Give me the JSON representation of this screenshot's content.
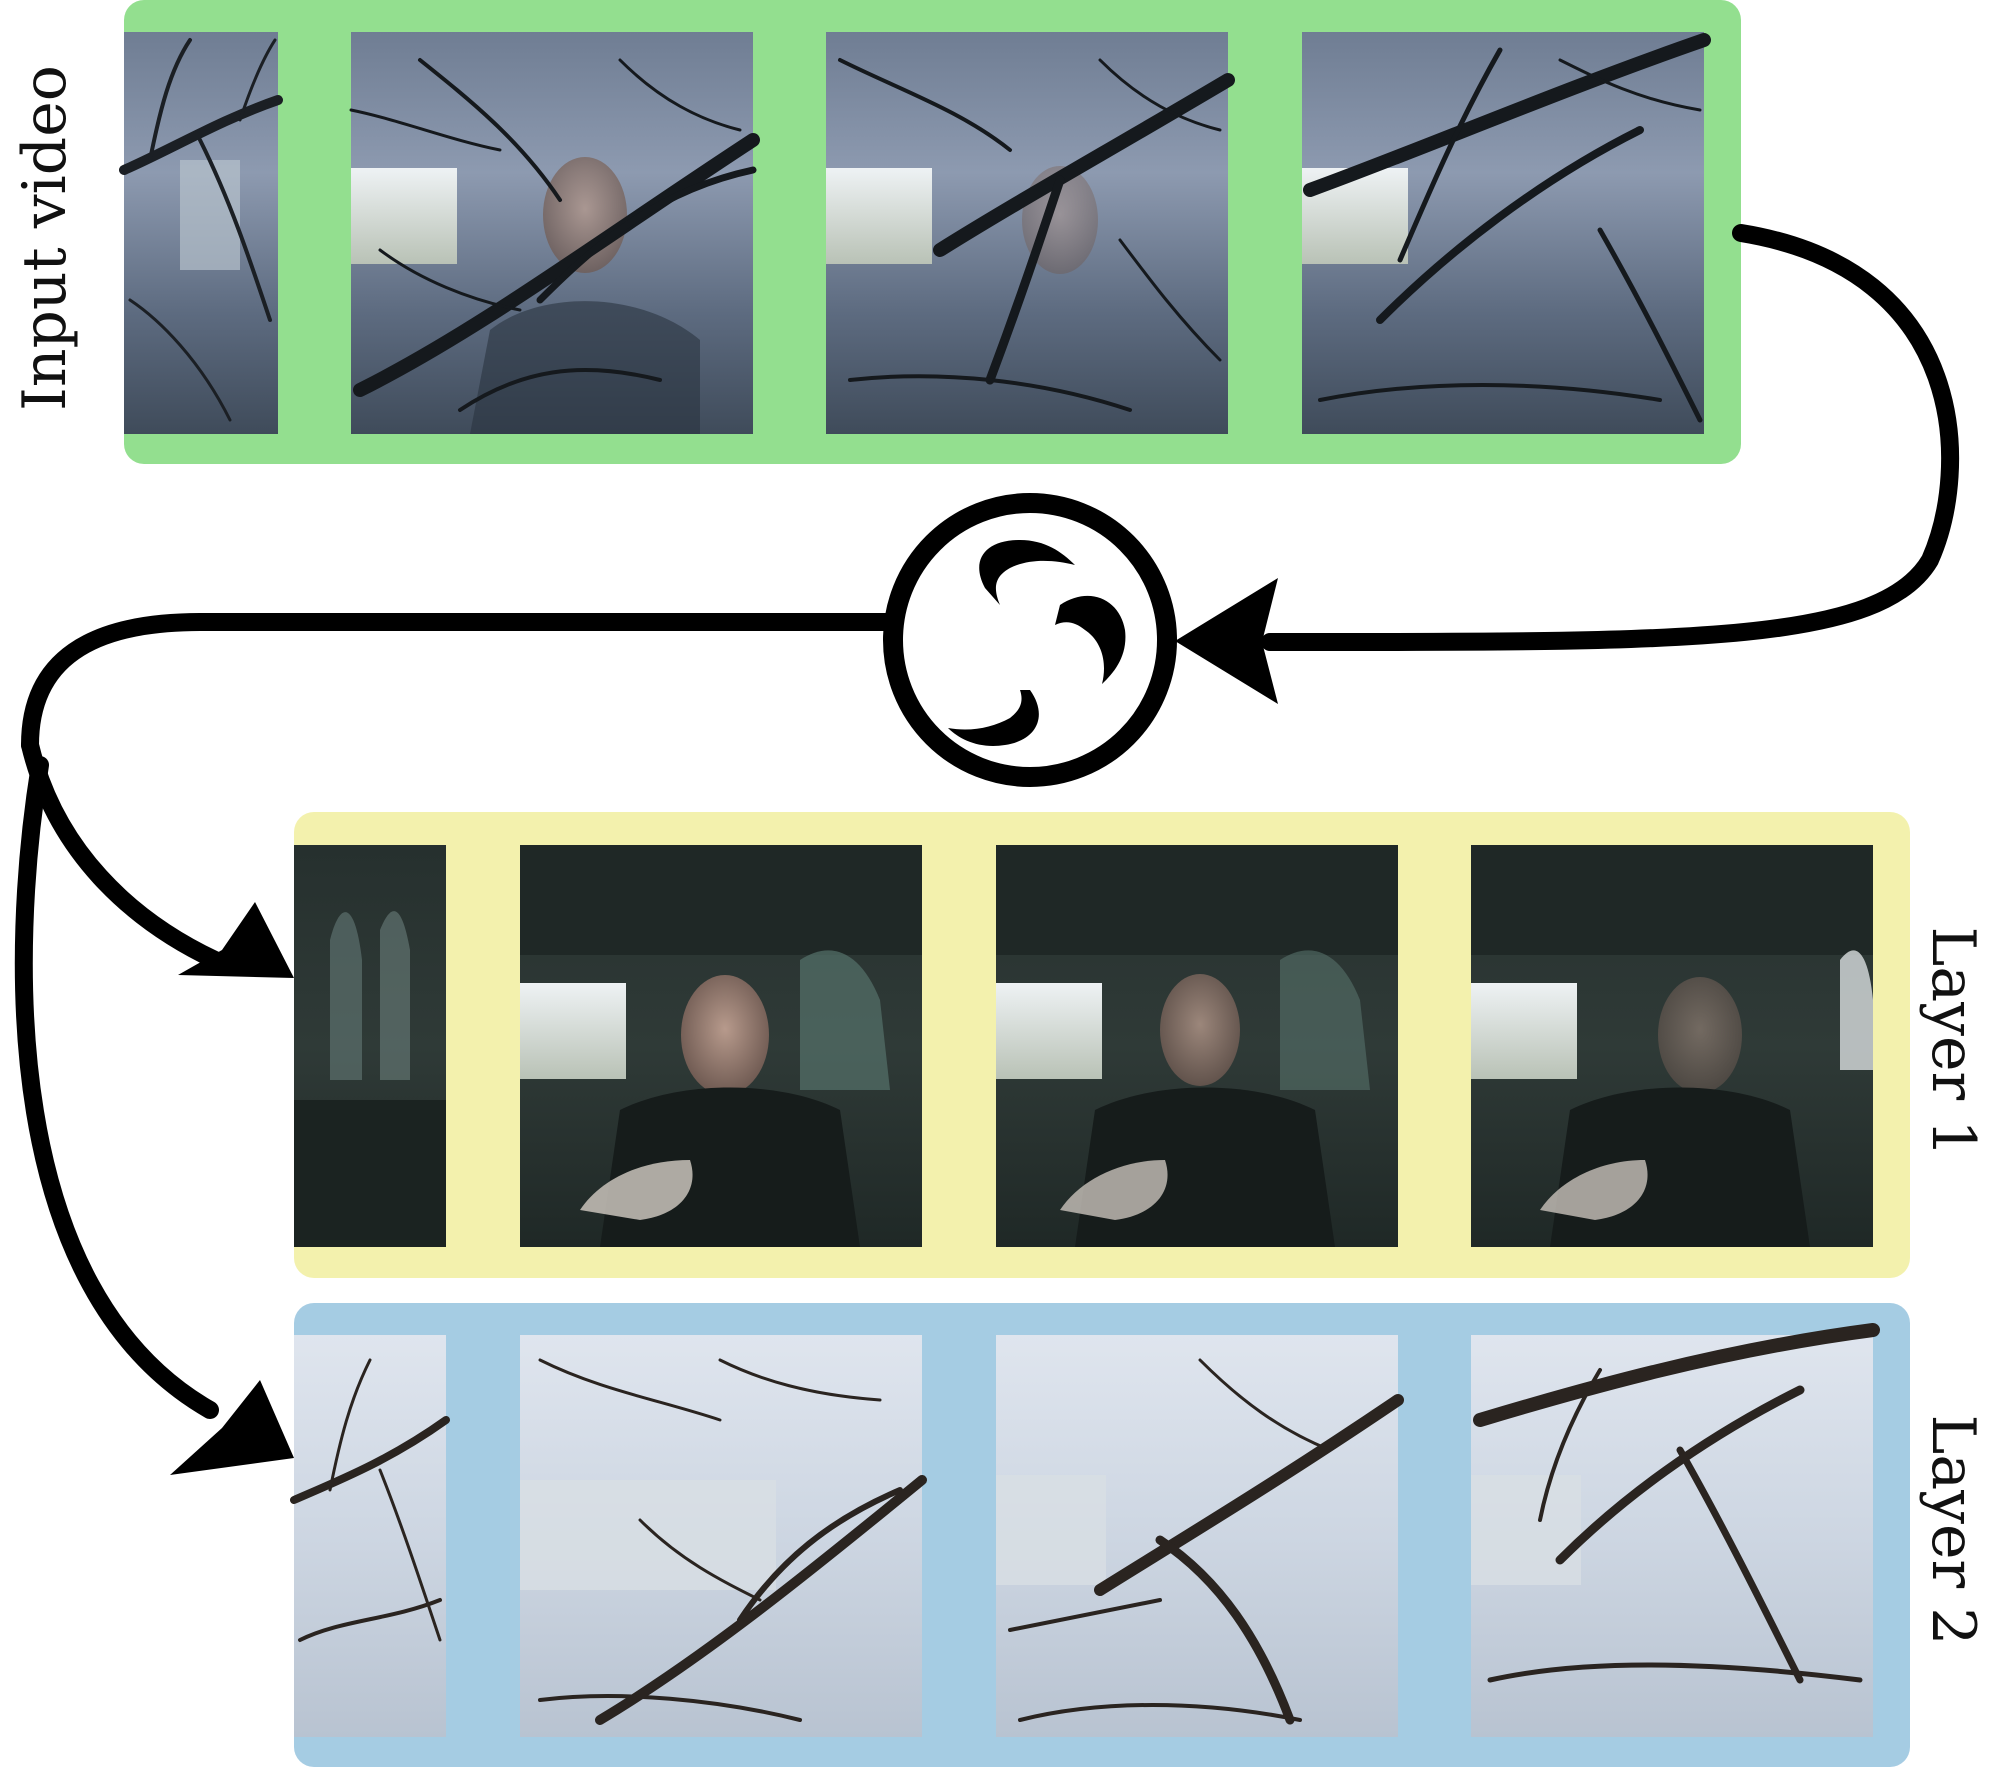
{
  "labels": {
    "input": "Input video",
    "layer1": "Layer 1",
    "layer2": "Layer 2"
  },
  "colors": {
    "input_panel": "#93df8f",
    "layer1_panel": "#f3f1ad",
    "layer2_panel": "#a5cce3",
    "arrow": "#000000"
  },
  "panels": [
    {
      "id": "input",
      "frames": 4
    },
    {
      "id": "layer1",
      "frames": 4
    },
    {
      "id": "layer2",
      "frames": 4
    }
  ]
}
